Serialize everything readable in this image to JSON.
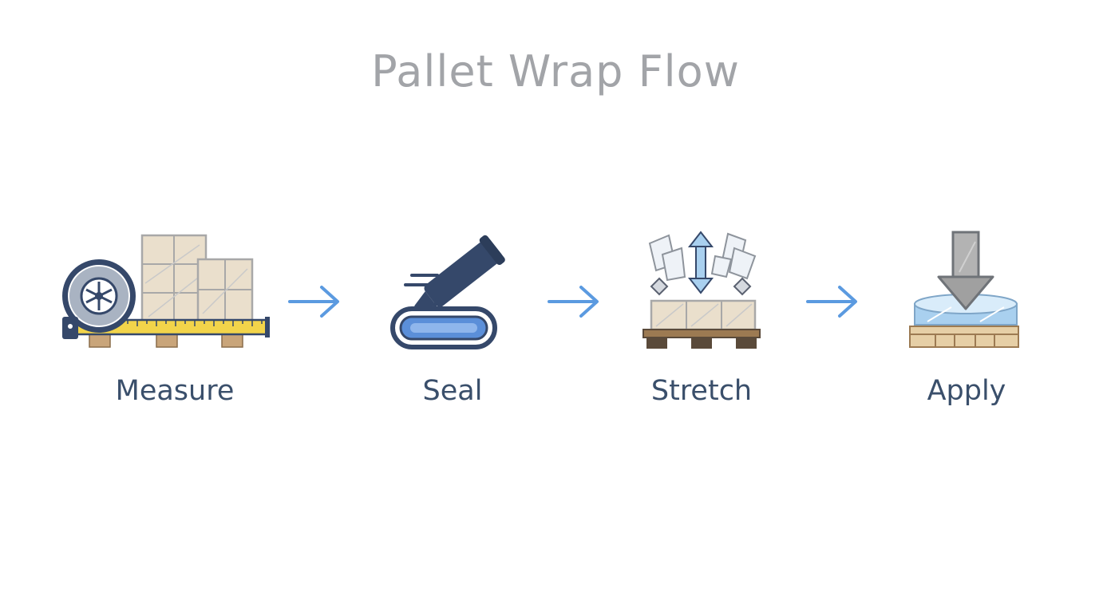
{
  "title": "Pallet Wrap Flow",
  "steps": [
    {
      "label": "Measure",
      "icon": "tape-measure-pallet-icon"
    },
    {
      "label": "Seal",
      "icon": "sealing-tool-icon"
    },
    {
      "label": "Stretch",
      "icon": "stretch-film-pallet-icon"
    },
    {
      "label": "Apply",
      "icon": "press-down-pallet-icon"
    }
  ],
  "colors": {
    "title": "#a2a4a8",
    "label": "#3a4f6b",
    "arrow": "#5b9ae0",
    "navy": "#35486a",
    "box": "#eadfcc",
    "pallet": "#c9a57a",
    "tape": "#f2d44a",
    "film": "#a9d0ef"
  }
}
